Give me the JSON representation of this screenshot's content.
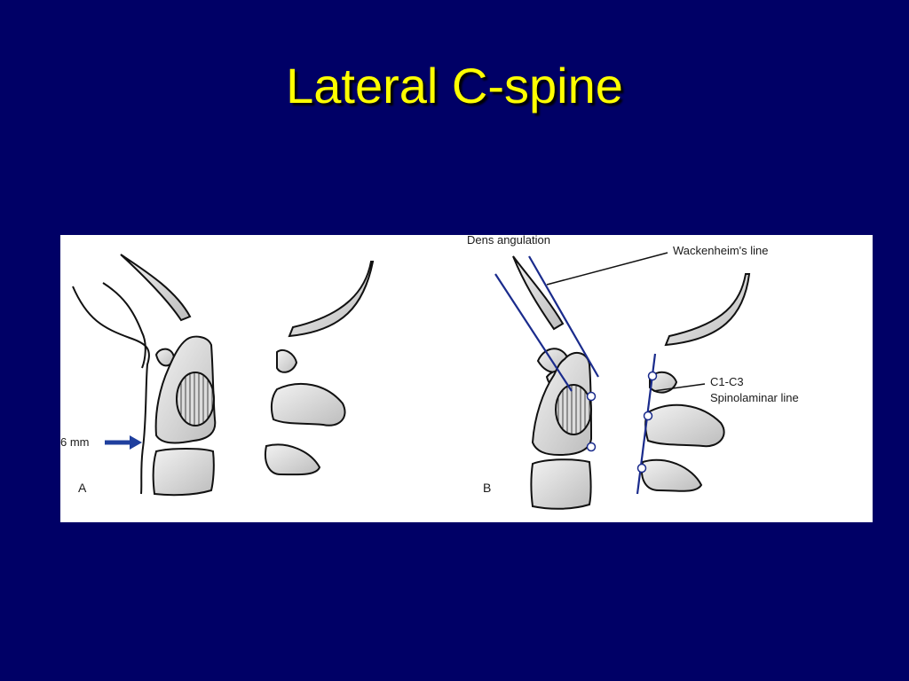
{
  "slide": {
    "title": "Lateral C-spine"
  },
  "figure": {
    "panel_a": {
      "label": "A",
      "measurement": "6 mm"
    },
    "panel_b": {
      "label": "B",
      "dens_angulation": "Dens angulation",
      "wackenheim_line": "Wackenheim's line",
      "spinolaminar_line_1": "C1-C3",
      "spinolaminar_line_2": "Spinolaminar line"
    },
    "colors": {
      "background": "#000066",
      "title": "#ffff00",
      "bone_fill": "#d9d9d9",
      "guide_line": "#1a2b8c",
      "arrow": "#1f3f9e"
    }
  }
}
